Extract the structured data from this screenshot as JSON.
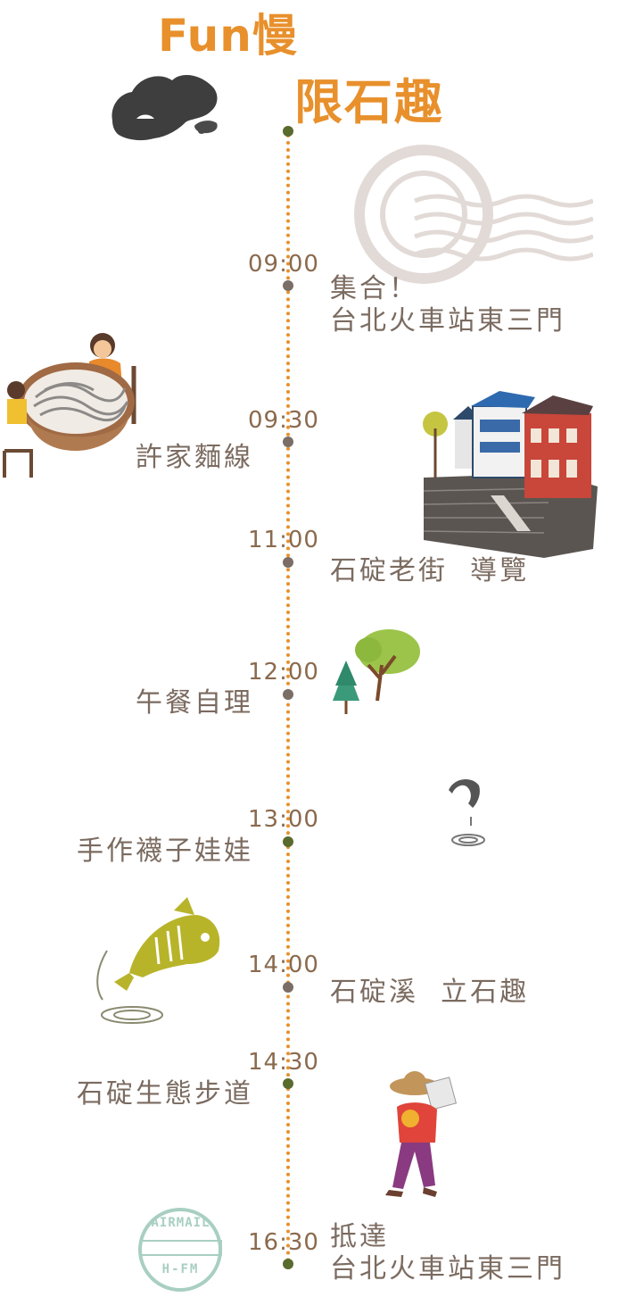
{
  "title": {
    "line1": "Fun慢",
    "line2": "限石趣"
  },
  "timeline": [
    {
      "time": "09:00",
      "lines": [
        "集合！",
        "台北火車站東三門"
      ],
      "side": "right"
    },
    {
      "time": "09:30",
      "lines": [
        "許家麵線"
      ],
      "side": "left"
    },
    {
      "time": "11:00",
      "lines": [
        "石碇老街  導覽"
      ],
      "side": "right"
    },
    {
      "time": "12:00",
      "lines": [
        "午餐自理"
      ],
      "side": "left"
    },
    {
      "time": "13:00",
      "lines": [
        "手作襪子娃娃"
      ],
      "side": "left"
    },
    {
      "time": "14:00",
      "lines": [
        "石碇溪  立石趣"
      ],
      "side": "right"
    },
    {
      "time": "14:30",
      "lines": [
        "石碇生態步道"
      ],
      "side": "left"
    },
    {
      "time": "16:30",
      "lines": [
        "抵達",
        "台北火車站東三門"
      ],
      "side": "right"
    }
  ],
  "stamp": {
    "top": "AIRMAIL",
    "bottom": "H-FM"
  },
  "colors": {
    "accent": "#e8902c",
    "dot_gray": "#7a6e66",
    "dot_green": "#5a6b2e",
    "text": "#7b6b60",
    "time": "#8a6a4e"
  }
}
